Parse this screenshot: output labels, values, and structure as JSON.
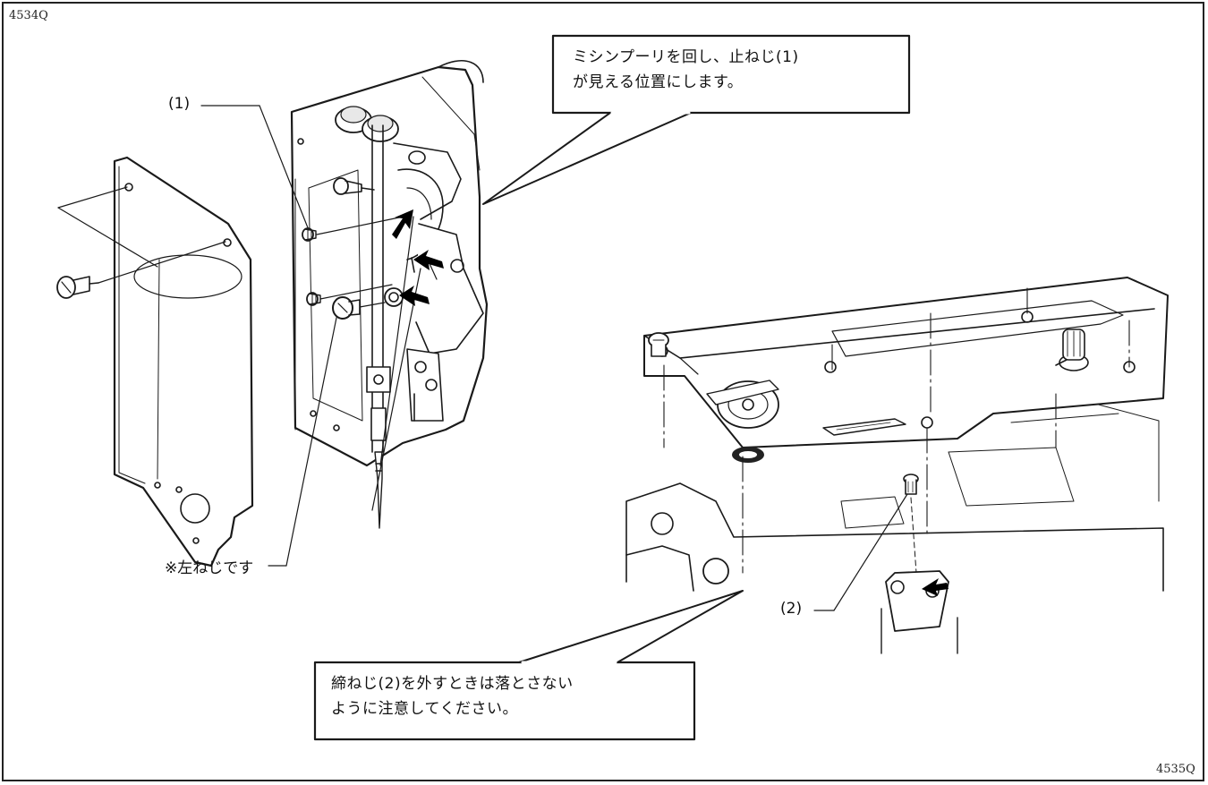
{
  "figure_codes": {
    "left": "4534Q",
    "right": "4535Q"
  },
  "callout_top": {
    "line1": "ミシンプーリを回し、止ねじ(1)",
    "line2": "が見える位置にします。"
  },
  "callout_bottom": {
    "line1": "締ねじ(2)を外すときは落とさない",
    "line2": "ように注意してください。"
  },
  "labels": {
    "set_screw": "(1)",
    "left_hand_screw_note": "※左ねじです",
    "clamp_screw": "(2)"
  }
}
